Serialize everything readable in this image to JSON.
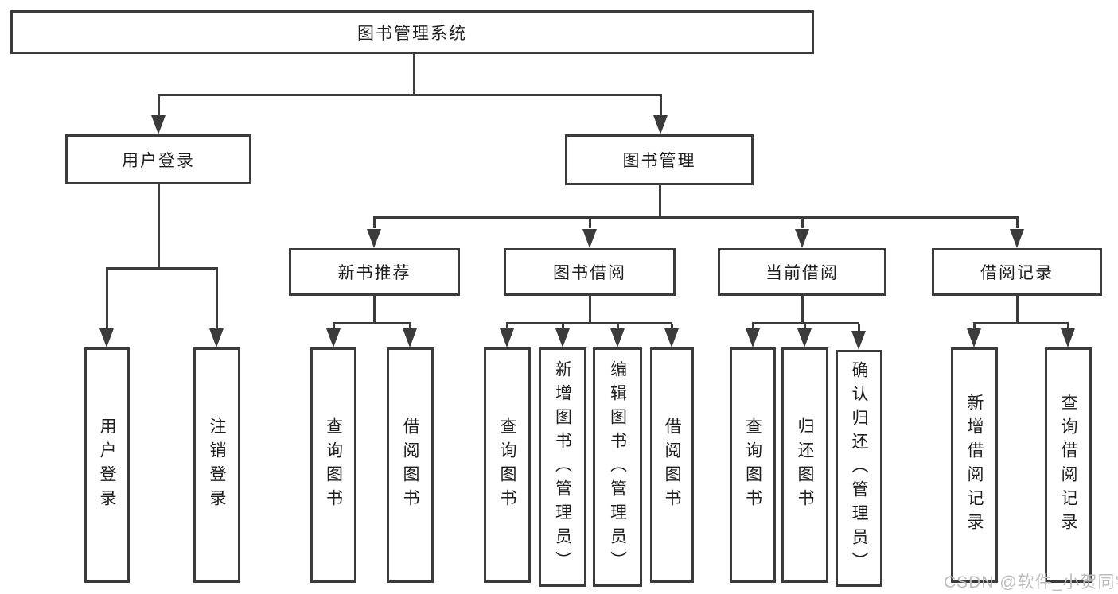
{
  "title": "图书管理系统",
  "tree": {
    "root": "图书管理系统",
    "children": [
      {
        "label": "用户登录",
        "children": [
          "用户登录",
          "注销登录"
        ]
      },
      {
        "label": "图书管理",
        "children": [
          {
            "label": "新书推荐",
            "children": [
              "查询图书",
              "借阅图书"
            ]
          },
          {
            "label": "图书借阅",
            "children": [
              "查询图书",
              "新增图书（管理员）",
              "编辑图书（管理员）",
              "借阅图书"
            ]
          },
          {
            "label": "当前借阅",
            "children": [
              "查询图书",
              "归还图书",
              "确认归还（管理员）"
            ]
          },
          {
            "label": "借阅记录",
            "children": [
              "新增借阅记录",
              "查询借阅记录"
            ]
          }
        ]
      }
    ]
  },
  "watermark": "CSDN @软件_小贺同学",
  "colors": {
    "line": "#3b3b3b",
    "text": "#1e1e1e",
    "box_fill": "#ffffff",
    "watermark": "#bdbdbd"
  }
}
